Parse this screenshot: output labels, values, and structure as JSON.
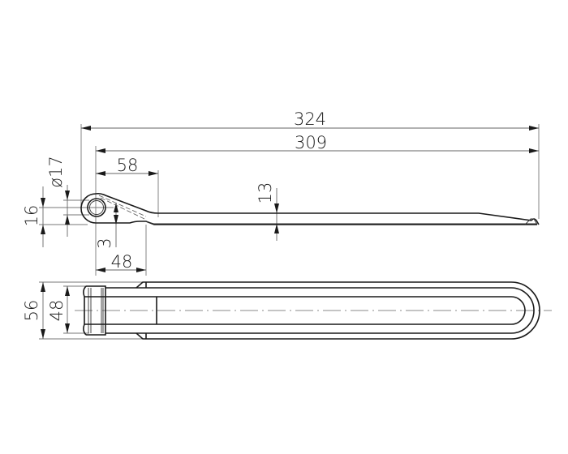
{
  "drawing": {
    "title": "Hinge strap technical drawing",
    "views": [
      "side-view",
      "top-view"
    ],
    "line_color": "#1a1a1a",
    "dimension_color": "#666666"
  },
  "dimensions": {
    "overall_length": "324",
    "length_from_eye_center": "309",
    "taper_length_top": "58",
    "eye_diameter": "ø17",
    "eye_height": "16",
    "strap_thickness_offset": "3",
    "taper_length_bottom": "48",
    "strap_drop": "13",
    "outer_width": "56",
    "inner_width": "48"
  }
}
